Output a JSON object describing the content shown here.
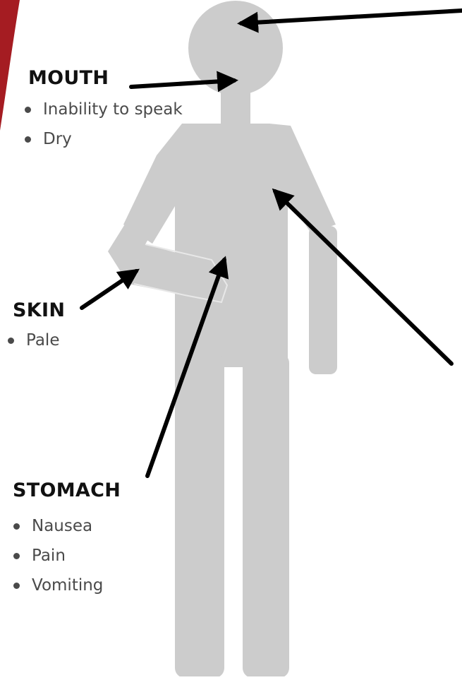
{
  "colors": {
    "figure": "#cccccc",
    "accent": "#a51c22",
    "arrow": "#000000",
    "text": "#111111",
    "bullet_text": "#4a4a4a"
  },
  "sections": {
    "mouth": {
      "title": "MOUTH",
      "items": [
        "Inability to speak",
        "Dry"
      ]
    },
    "skin": {
      "title": "SKIN",
      "items": [
        "Pale"
      ]
    },
    "stomach": {
      "title": "STOMACH",
      "items": [
        "Nausea",
        "Pain",
        "Vomiting"
      ]
    }
  }
}
